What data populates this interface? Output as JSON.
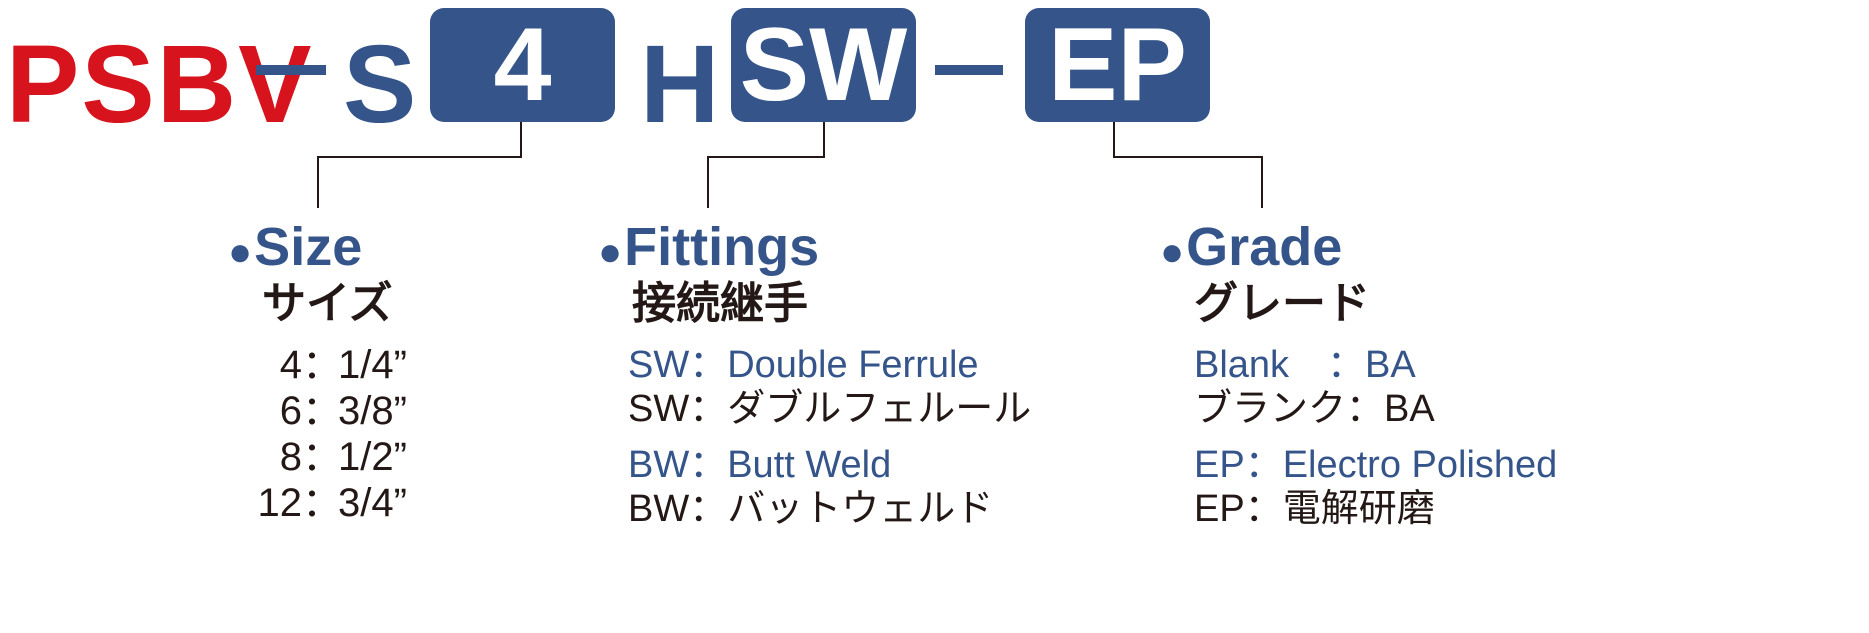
{
  "code": {
    "prefix": "PSBV",
    "sep1": "—",
    "s": "S",
    "size_box": "4",
    "h": "H",
    "fitting_box": "SW",
    "sep2": "—",
    "grade_box": "EP"
  },
  "size": {
    "heading": "Size",
    "jp": "サイズ",
    "rows": [
      {
        "code": "4",
        "value": "1/4”"
      },
      {
        "code": "6",
        "value": "3/8”"
      },
      {
        "code": "8",
        "value": "1/2”"
      },
      {
        "code": "12",
        "value": "3/4”"
      }
    ]
  },
  "fittings": {
    "heading": "Fittings",
    "jp": "接続継手",
    "items": [
      {
        "en": "SW：Double Ferrule",
        "jp": "SW：ダブルフェルール"
      },
      {
        "en": "BW：Butt Weld",
        "jp": "BW：バットウェルド"
      }
    ]
  },
  "grade": {
    "heading": "Grade",
    "jp": "グレード",
    "items": [
      {
        "en": "Blank　：BA",
        "jp": "ブランク：BA"
      },
      {
        "en": "EP：Electro Polished",
        "jp": "EP：電解研磨"
      }
    ]
  },
  "colors": {
    "accent_blue": "#35558a",
    "brand_red": "#d7141e",
    "text": "#231815"
  }
}
